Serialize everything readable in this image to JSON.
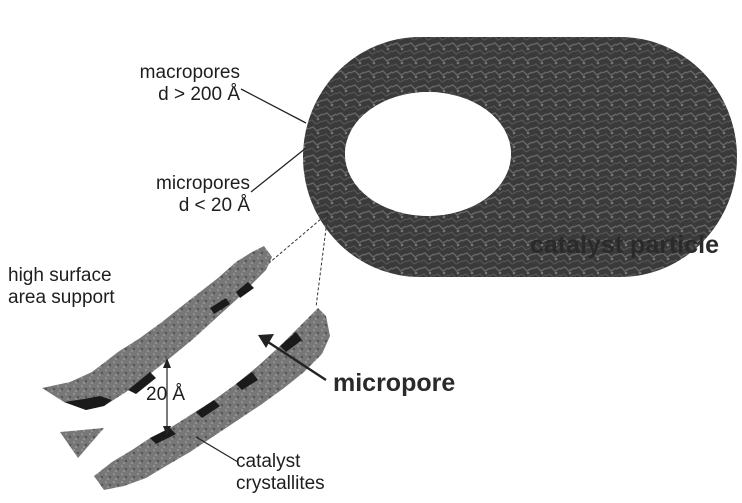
{
  "labels": {
    "macropores_line1": "macropores",
    "macropores_line2": "d > 200 Å",
    "micropores_line1": "micropores",
    "micropores_line2": "d < 20 Å",
    "catalyst_particle": "catalyst particle",
    "support_line1": "high surface",
    "support_line2": "area support",
    "gap": "20 Å",
    "micropore": "micropore",
    "crystallites_line1": "catalyst",
    "crystallites_line2": "crystallites"
  },
  "colors": {
    "particle": "#3b3b3b",
    "particle_texture": "#5a5a5a",
    "support": "#6f6f6f",
    "crystallites": "#1a1a1a",
    "text": "#1e1e1e",
    "leader": "#222222"
  }
}
